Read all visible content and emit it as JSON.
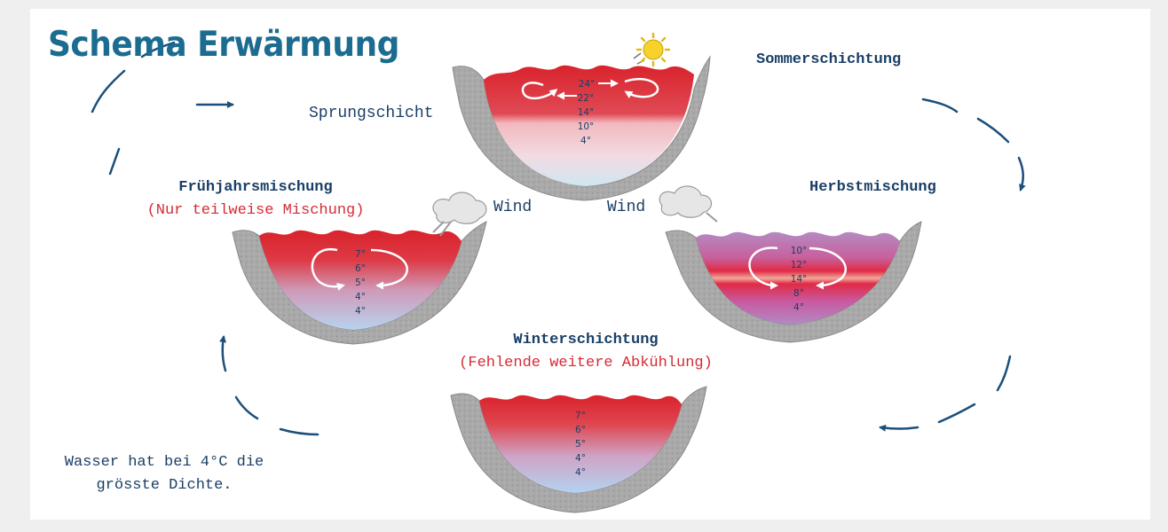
{
  "title": "Schema Erwärmung",
  "summer": {
    "label": "Sommerschichtung",
    "thermocline": "Sprungschicht",
    "temps": [
      "24°",
      "22°",
      "14°",
      "10°",
      "4°"
    ]
  },
  "spring": {
    "label": "Frühjahrsmischung",
    "note": "(Nur teilweise Mischung)",
    "wind": "Wind",
    "temps": [
      "7°",
      "6°",
      "5°",
      "4°",
      "4°"
    ]
  },
  "autumn": {
    "label": "Herbstmischung",
    "wind": "Wind",
    "temps": [
      "10°",
      "12°",
      "14°",
      "8°",
      "4°"
    ]
  },
  "winter": {
    "label": "Winterschichtung",
    "note": "(Fehlende weitere Abkühlung)",
    "temps": [
      "7°",
      "6°",
      "5°",
      "4°",
      "4°"
    ]
  },
  "footnote": {
    "line1": "Wasser hat bei 4°C die",
    "line2": "grösste Dichte."
  },
  "colors": {
    "title": "#1b6c90",
    "heading": "#1a3f66",
    "note": "#d62b35",
    "arrow": "#1b4f7a",
    "warm": "#d9232c",
    "cold": "#bcd8ef",
    "purple": "#b58ac2",
    "rock": "#a7a7a7"
  }
}
